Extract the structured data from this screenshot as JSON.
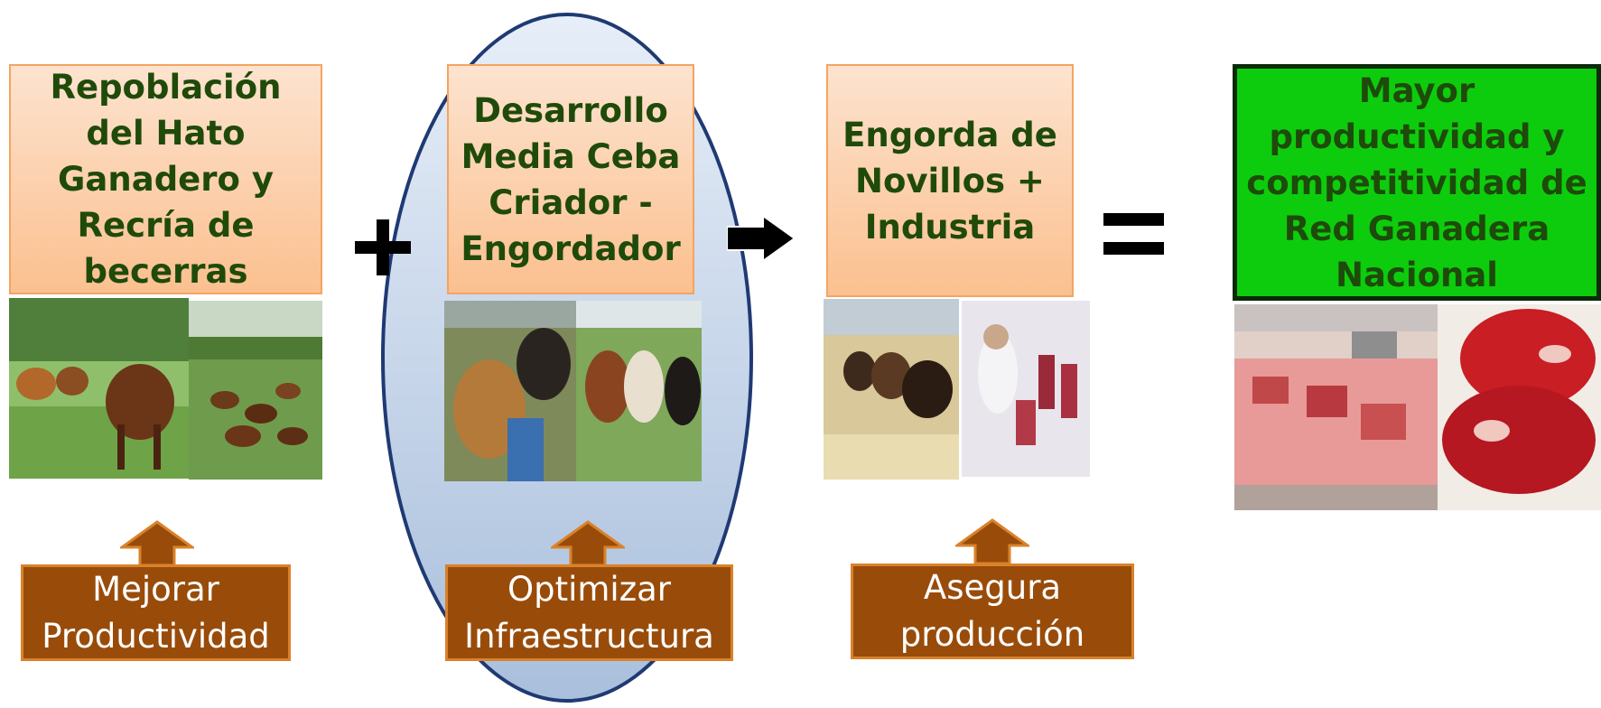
{
  "stages": [
    {
      "label": "Repoblación del Hato Ganadero y Recría de becerras"
    },
    {
      "label": "Desarrollo Media Ceba Criador - Engordador"
    },
    {
      "label": "Engorda de Novillos + Industria"
    }
  ],
  "result": {
    "label": "Mayor productividad y competitividad de Red Ganadera Nacional"
  },
  "actions": [
    {
      "label": "Mejorar Productividad"
    },
    {
      "label": "Optimizar Infraestructura"
    },
    {
      "label": "Asegura producción"
    }
  ],
  "icons": {
    "plus": "plus-icon",
    "arrow": "right-arrow-icon",
    "equals": "equals-icon",
    "up_arrow": "up-arrow-icon"
  },
  "colors": {
    "stage_fill_top": "#fde3cf",
    "stage_fill_bottom": "#fbc08f",
    "stage_text": "#1f4a0a",
    "result_fill": "#0dcc0d",
    "action_fill": "#994c0a",
    "ellipse_fill": "#b4c8e2",
    "ellipse_stroke": "#1f3a73"
  }
}
